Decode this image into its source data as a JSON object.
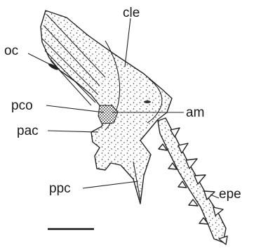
{
  "labels": {
    "cle": "cle",
    "oc": "oc",
    "pco": "pco",
    "am": "am",
    "pac": "pac",
    "ppc": "ppc",
    "epe": "epe"
  }
}
